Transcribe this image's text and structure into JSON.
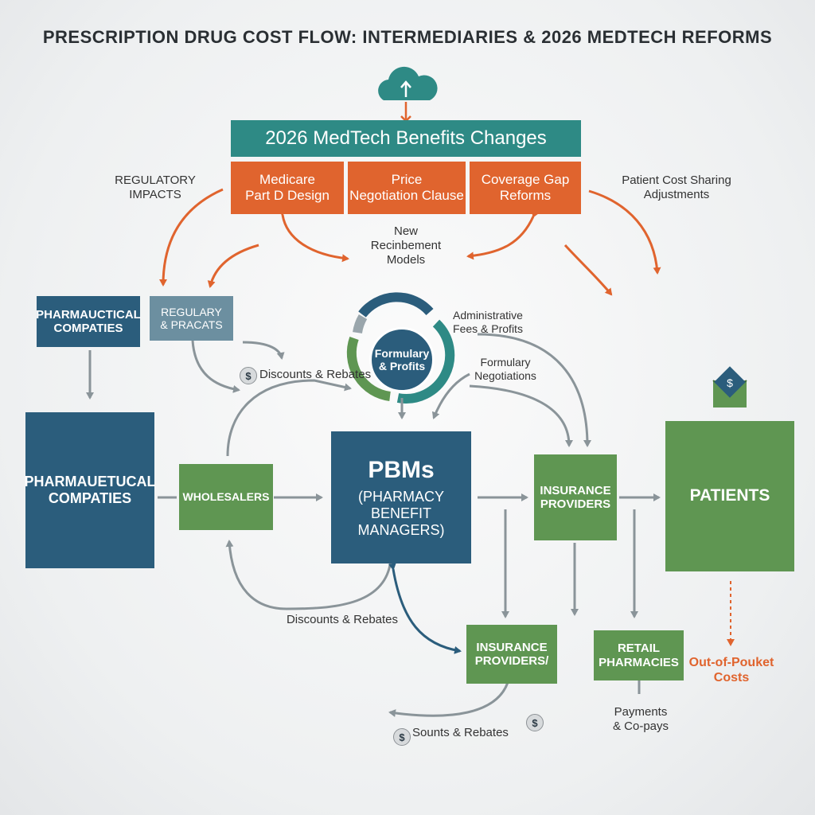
{
  "title": "PRESCRIPTION DRUG COST FLOW: INTERMEDIARIES & 2026 MEDTECH REFORMS",
  "reforms": {
    "header": "2026 MedTech Benefits Changes",
    "items": [
      "Medicare\nPart D Design",
      "Price\nNegotiation Clause",
      "Coverage Gap\nReforms"
    ]
  },
  "labels": {
    "regulatory_impacts": "REGULATORY\nIMPACTS",
    "patient_cost_sharing": "Patient Cost Sharing\nAdjustments",
    "new_models": "New\nRecinbement\nModels",
    "admin_fees": "Administrative\nFees & Profits",
    "formulary_negotiations": "Formulary\nNegotiations",
    "discounts_top": "Discounts & Rebates",
    "discounts_mid": "Discounts & Rebates",
    "discounts_bottom": "Sounts & Rebates",
    "payments": "Payments\n& Co-pays",
    "out_of_pocket": "Out-of-Pouket\nCosts"
  },
  "nodes": {
    "pharma_small": "PHARMAUCTICAL\nCOMPATIES",
    "regulary": "REGULARY\n& PRACATS",
    "formulary_circle": "Formulary\n& Profits",
    "pharma_big": "PHARMAUETUCAL\nCOMPATIES",
    "wholesalers": "WHOLESALERS",
    "pbms_title": "PBMs",
    "pbms_sub": "(PHARMACY\nBENEFIT\nMANAGERS)",
    "insurance_top": "INSURANCE\nPROVIDERS",
    "patients": "PATIENTS",
    "insurance_bottom": "INSURANCE\nPROVIDERS/",
    "retail": "RETAIL\nPHARMACIES"
  },
  "icons": {
    "dollar": "$"
  },
  "colors": {
    "blue": "#2b5d7c",
    "light_blue": "#6c8fa0",
    "green": "#5f9652",
    "orange": "#e0642e",
    "teal": "#2e8a85",
    "arrow_gray": "#8a9499"
  }
}
